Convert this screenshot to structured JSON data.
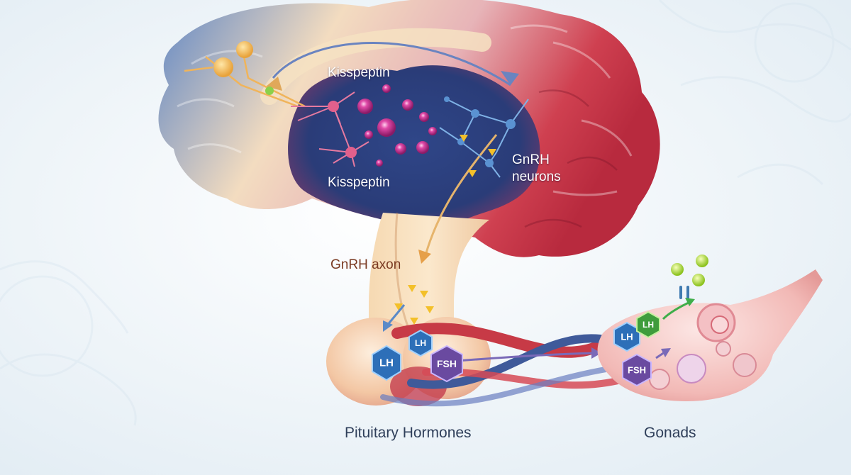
{
  "labels": {
    "kisspeptin_top": "Kisspeptin",
    "kisspeptin_bottom": "Kisspeptin",
    "gnrh_neurons": "GnRH\nneurons",
    "gnrh_axon": "GnRH axon",
    "pituitary_hormones": "Pituitary Hormones",
    "gonads": "Gonads"
  },
  "hormones": {
    "lh": "LH",
    "fsh": "FSH"
  },
  "colors": {
    "background": "#eef4f8",
    "brain_blue": "#3c5a9c",
    "brain_deep": "#2a3f78",
    "brain_red": "#c8304a",
    "brain_cream": "#f4ddb4",
    "kisspeptin_magenta": "#c02c8c",
    "gnrh_blue": "#4f86c6",
    "lh_blue": "#2d6fb8",
    "lh_green": "#3f9c3c",
    "fsh_purple": "#6a4aa0",
    "pulse_yellow": "#f3c02a",
    "vessel_red": "#c73a46",
    "vessel_blue": "#3f5a9a"
  }
}
